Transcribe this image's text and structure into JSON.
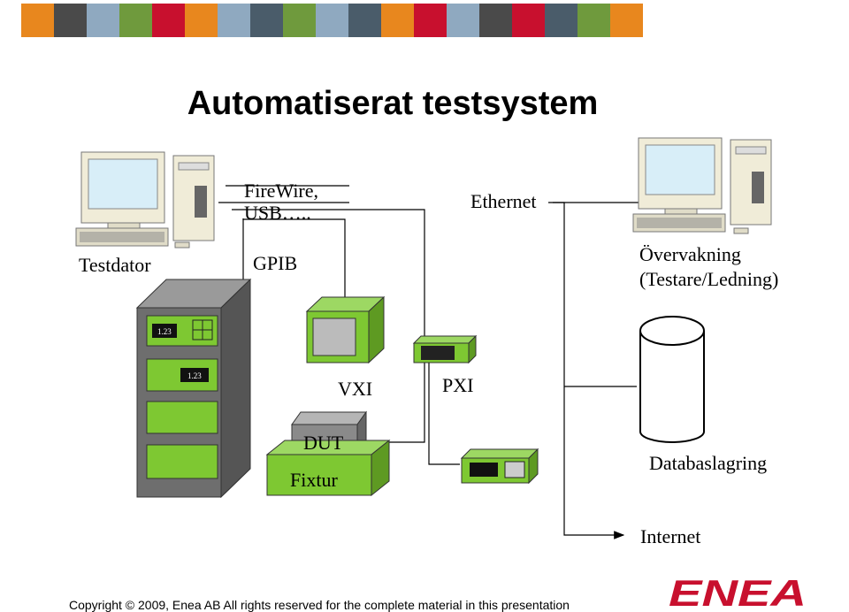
{
  "header": {
    "stripe_colors": [
      "#e8871e",
      "#4a4a4a",
      "#8fa9c0",
      "#6f9a3d",
      "#c8102e",
      "#e8871e",
      "#8fa9c0",
      "#4a5c6a",
      "#6f9a3d",
      "#8fa9c0",
      "#4a5c6a",
      "#e8871e",
      "#c8102e",
      "#8fa9c0",
      "#4a4a4a",
      "#c8102e",
      "#4a5c6a",
      "#6f9a3d",
      "#e8871e"
    ]
  },
  "slide": {
    "title": "Automatiserat testsystem"
  },
  "diagram": {
    "labels": {
      "testdator": "Testdator",
      "firewire": "FireWire,",
      "usb": "USB…..",
      "ethernet": "Ethernet",
      "gpib": "GPIB",
      "overvakning": "Övervakning",
      "testare_ledning": "(Testare/Ledning)",
      "vxi": "VXI",
      "pxi": "PXI",
      "dut": "DUT",
      "fixtur": "Fixtur",
      "databaslagring": "Databaslagring",
      "internet": "Internet",
      "display_1": "1.23",
      "display_2": "1.23"
    },
    "colors": {
      "instrument_green": "#7ec832",
      "rack_gray": "#6e6e6e",
      "fixture_gray": "#8a8a8a",
      "computer_beige": "#f0ecd8",
      "screen_blue": "#d8eef8"
    }
  },
  "footer": {
    "copyright": "Copyright © 2009, Enea AB All rights reserved for the complete material in this presentation"
  },
  "logo": {
    "text": "ENEA",
    "color": "#c8102e"
  }
}
